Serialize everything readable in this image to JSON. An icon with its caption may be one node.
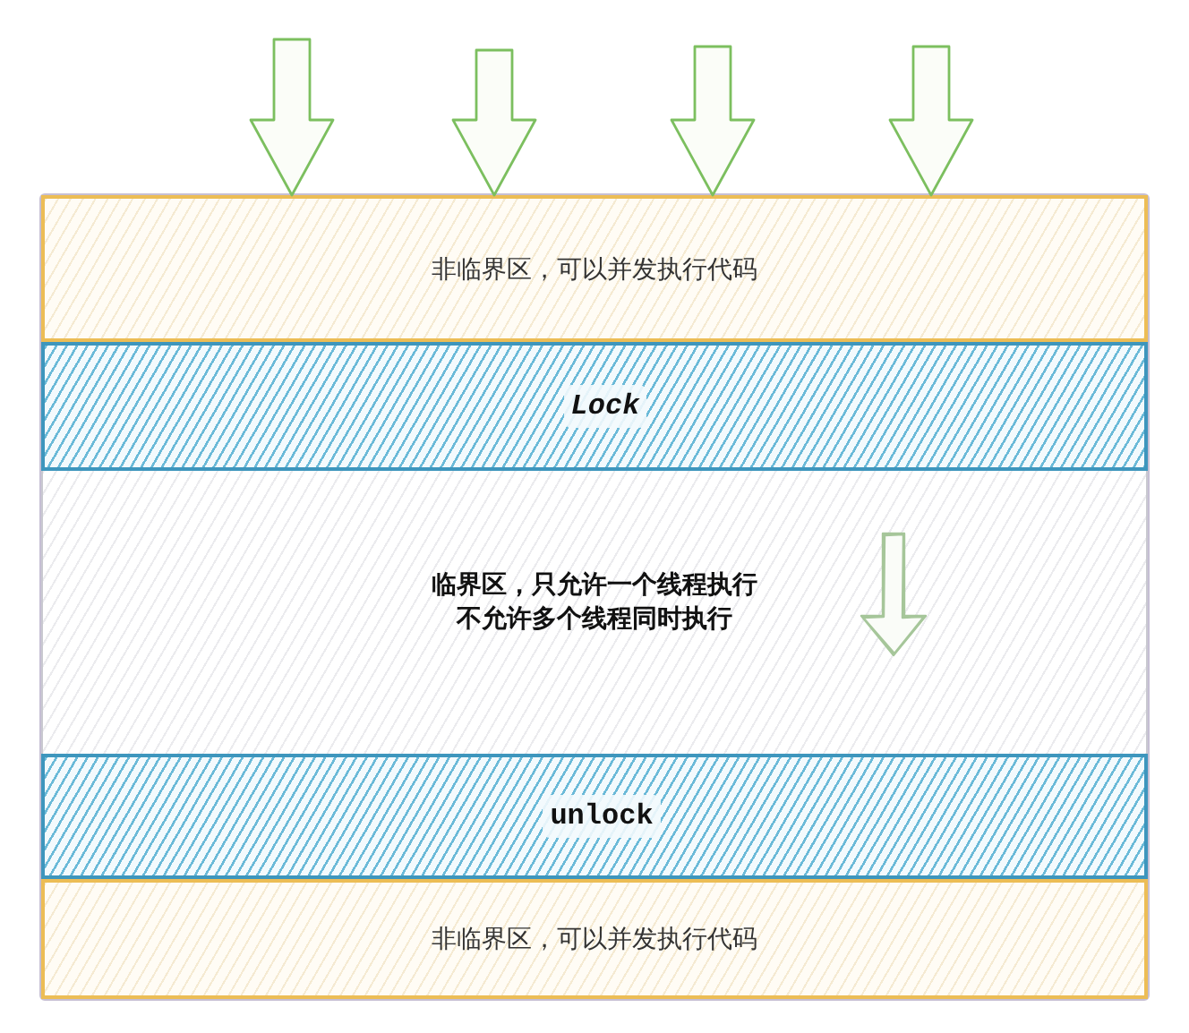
{
  "diagram": {
    "nodes": [
      {
        "text": [],
        "shape": "box"
      },
      {
        "text": [
          "非临界区，可以并发执行代码"
        ],
        "in": 0
      },
      {
        "text": [
          "Lock"
        ],
        "in": 0
      },
      {
        "text": [
          "临界区，只允许一个线程执行不允许多个线程同时执行"
        ],
        "in": 0
      },
      {
        "text": [
          "unlock"
        ],
        "in": 0
      },
      {
        "text": [
          "非临界区，可以并发执行代码"
        ],
        "in": 0
      }
    ],
    "edges": [
      {
        "from": null,
        "to": 1,
        "arrow": "to"
      },
      {
        "from": null,
        "to": 1,
        "arrow": "to"
      },
      {
        "from": null,
        "to": 1,
        "arrow": "to"
      },
      {
        "from": null,
        "to": 1,
        "arrow": "to"
      }
    ]
  }
}
